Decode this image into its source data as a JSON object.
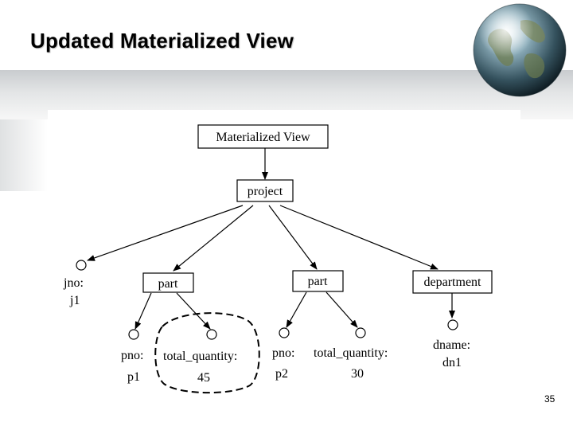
{
  "slide": {
    "title": "Updated Materialized View",
    "page_number": "35"
  },
  "diagram": {
    "root": "Materialized View",
    "project": "project",
    "part_left": "part",
    "part_right": "part",
    "department": "department",
    "jno": {
      "label": "jno:",
      "value": "j1"
    },
    "pno_left": {
      "label": "pno:",
      "value": "p1"
    },
    "qty_left": {
      "label": "total_quantity:",
      "value": "45"
    },
    "pno_right": {
      "label": "pno:",
      "value": "p2"
    },
    "qty_right": {
      "label": "total_quantity:",
      "value": "30"
    },
    "dname": {
      "label": "dname:",
      "value": "dn1"
    }
  }
}
